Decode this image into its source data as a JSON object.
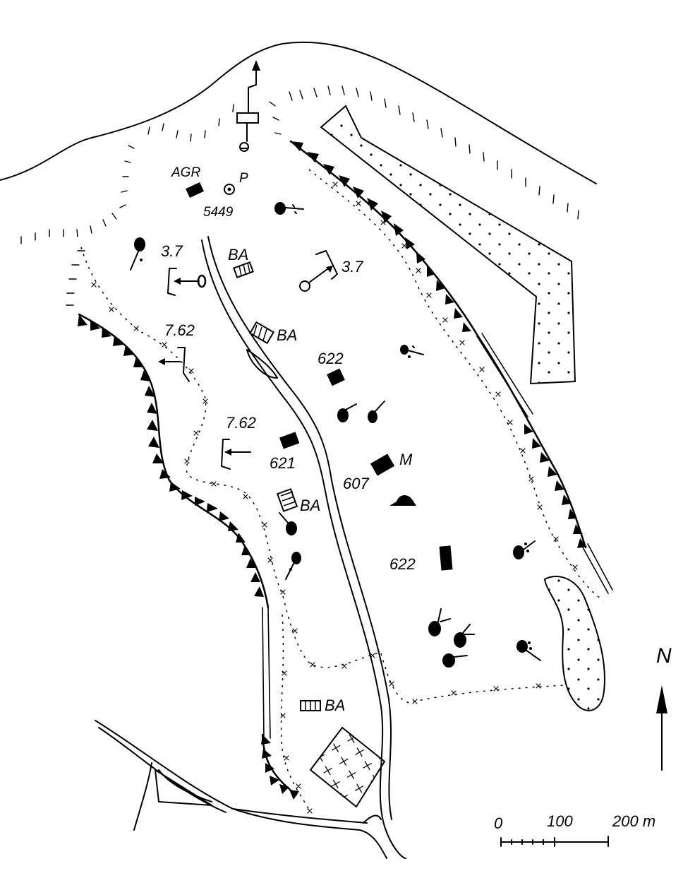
{
  "map": {
    "labels": {
      "agr": "AGR",
      "p": "P",
      "height_5449": "5449",
      "gun_37_west": "3.7",
      "gun_37_east": "3.7",
      "ba_1": "BA",
      "ba_2": "BA",
      "ba_3": "BA",
      "ba_4": "BA",
      "mg_762_upper": "7.62",
      "mg_762_lower": "7.62",
      "bldg_622_upper": "622",
      "bldg_621": "621",
      "bldg_607": "607",
      "bldg_m": "M",
      "bldg_622_lower": "622"
    },
    "north_arrow": {
      "label": "N"
    },
    "scale_bar": {
      "tick_labels": [
        "0",
        "100",
        "200 m"
      ]
    }
  }
}
